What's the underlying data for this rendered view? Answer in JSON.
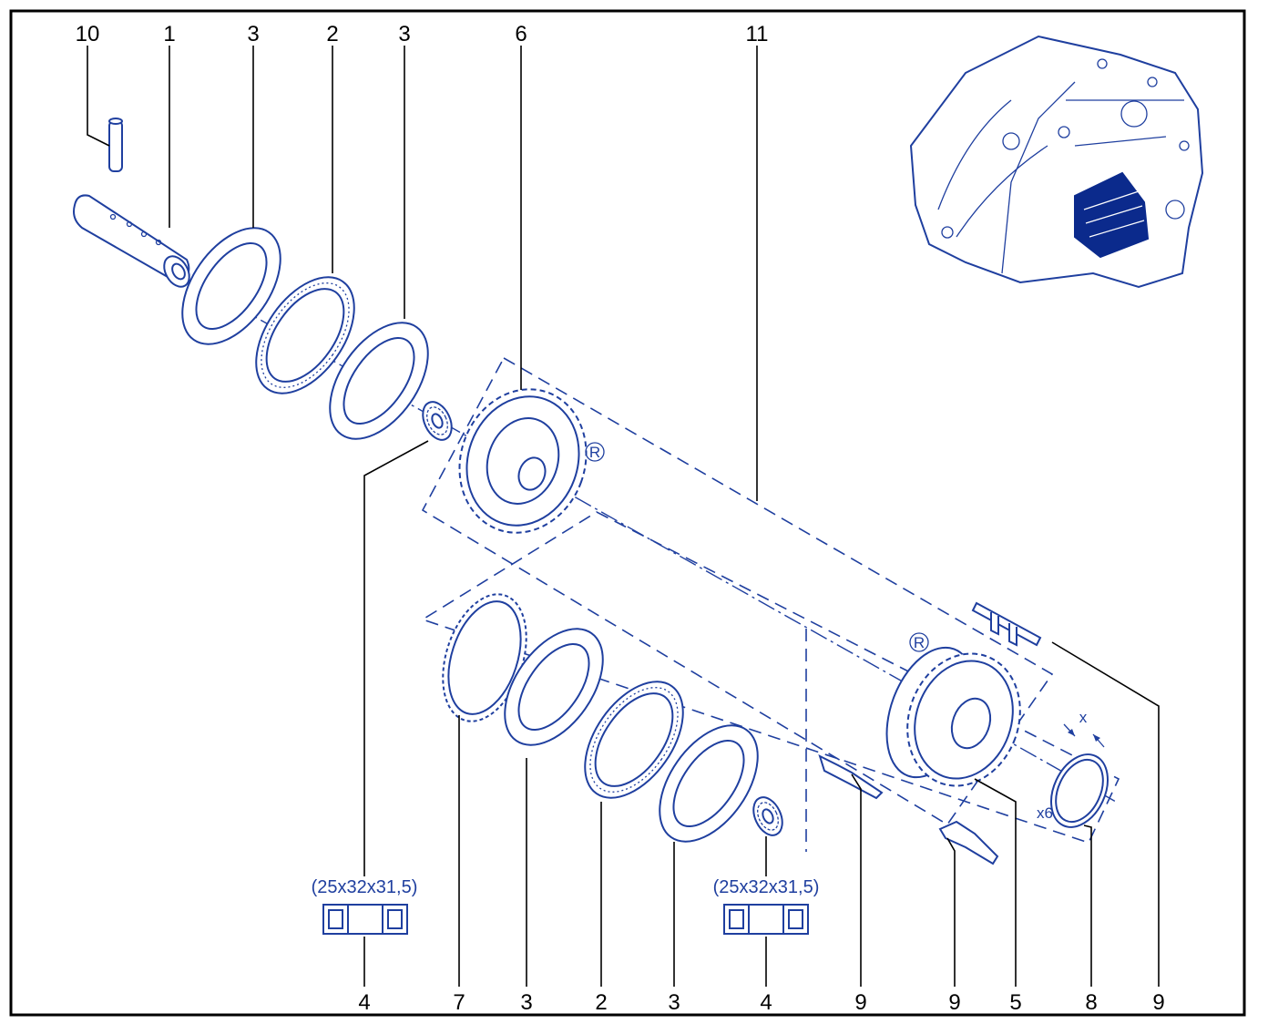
{
  "colors": {
    "line": "#1f3f9f",
    "accent": "#0b2a8c",
    "text": "#000000",
    "frame": "#000000"
  },
  "callouts": {
    "top": [
      "10",
      "1",
      "3",
      "2",
      "3",
      "6",
      "11"
    ],
    "bottom": [
      "4",
      "7",
      "3",
      "2",
      "3",
      "4",
      "9",
      "9",
      "5",
      "8",
      "9"
    ]
  },
  "bearing_dims": [
    "(25x32x31,5)",
    "(25x32x31,5)"
  ],
  "reverse_mark": "R",
  "quantity_note": "x6",
  "clearance_mark": "x"
}
